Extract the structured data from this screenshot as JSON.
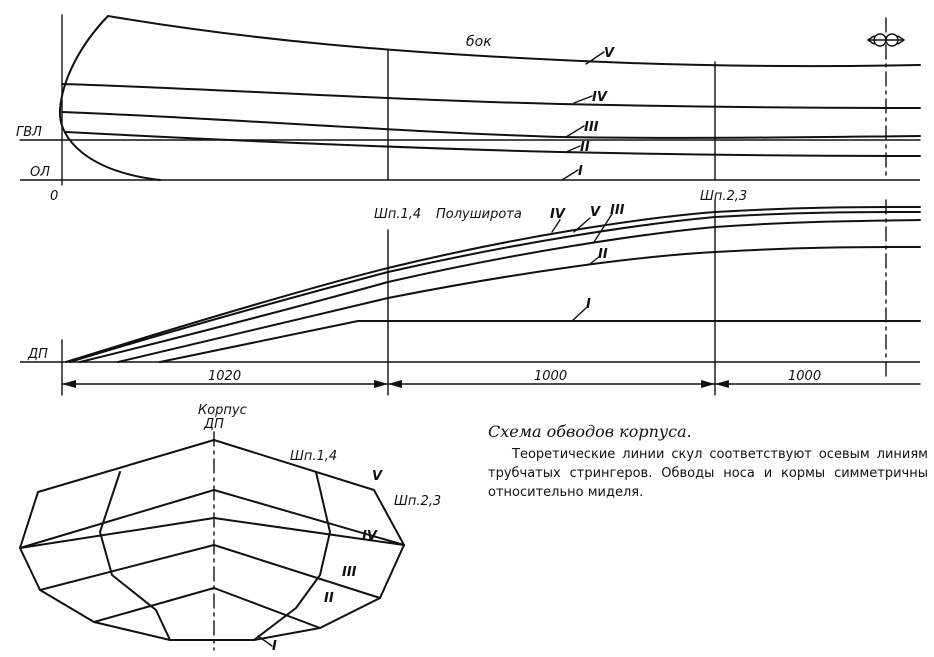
{
  "side_view": {
    "label_side": "бок",
    "label_gvl": "ГВЛ",
    "label_ol": "ОЛ",
    "label_zero": "0",
    "lines": [
      "V",
      "IV",
      "III",
      "II",
      "I"
    ]
  },
  "plan_view": {
    "label_frame_1": "Шп.1,4",
    "label_frame_2": "Шп.2,3",
    "label_halfbreadth": "Полуширота",
    "label_dp": "ДП",
    "lines": [
      "IV",
      "V",
      "III",
      "II",
      "I"
    ],
    "dimensions": [
      "1020",
      "1000",
      "1000"
    ]
  },
  "section_view": {
    "label_hull": "Корпус",
    "label_dp": "ДП",
    "label_frame_1": "Шп.1,4",
    "label_frame_2": "Шп.2,3",
    "lines": [
      "V",
      "IV",
      "III",
      "II",
      "I"
    ]
  },
  "caption": {
    "title": "Схема обводов корпуса.",
    "body": "Теоретические линии скул соответствуют осевым линиям трубчатых стрингеров. Обводы носа и кормы симметричны относительно миделя."
  }
}
